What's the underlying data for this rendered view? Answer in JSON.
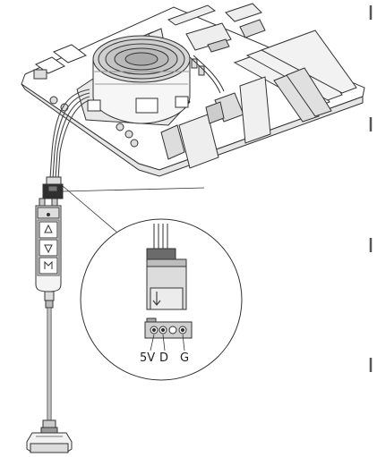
{
  "pin_labels": {
    "five_volt": "5V",
    "data": "D",
    "ground": "G"
  },
  "icons": {
    "arrow_on_plug": "down-arrow-icon",
    "controller_buttons": [
      "triangle-up-icon",
      "triangle-down-icon",
      "mode-m-icon"
    ]
  },
  "colors": {
    "line": "#333333",
    "fill": "#ffffff",
    "shade": "#d9d9d9",
    "dark": "#6b6b6b"
  }
}
